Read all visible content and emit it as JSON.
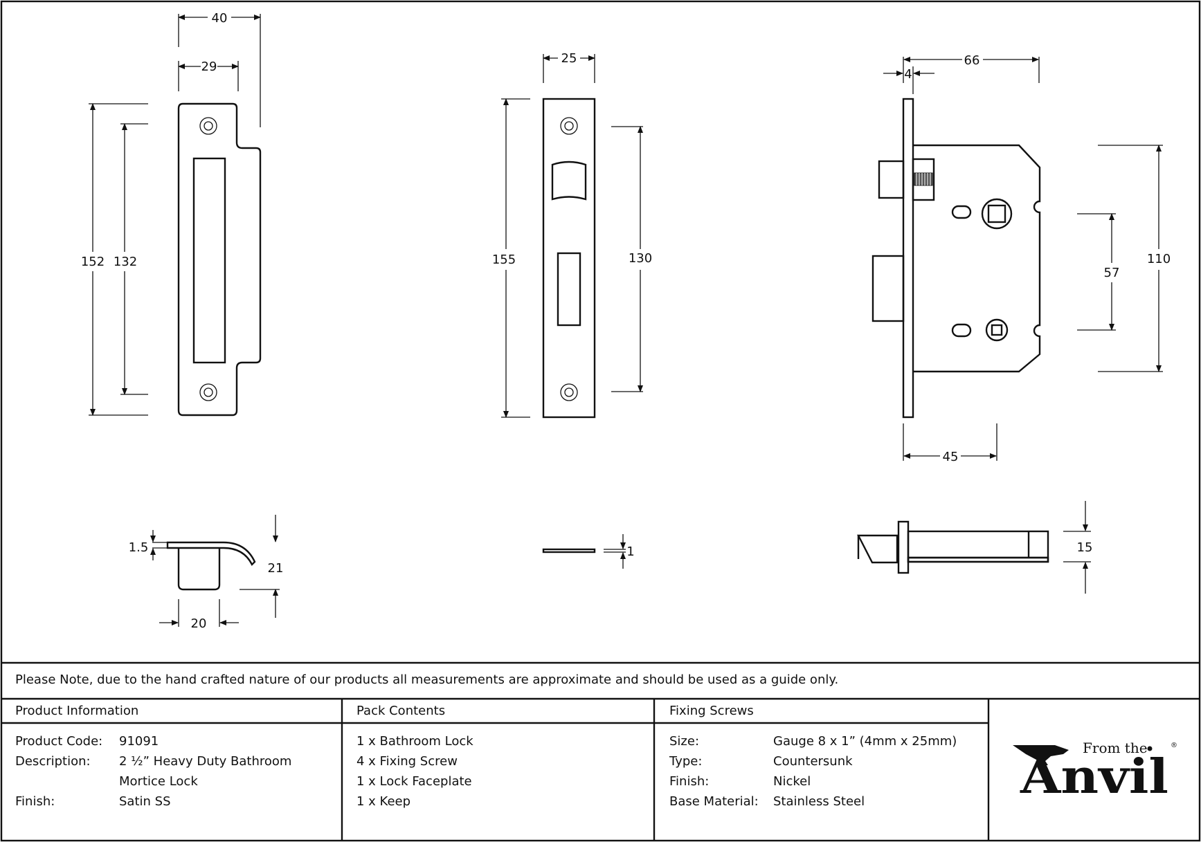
{
  "dimensions": {
    "keep_width_outer": "40",
    "keep_width_inner": "29",
    "keep_height_outer": "152",
    "keep_height_holes": "132",
    "keep_side_lip": "1.5",
    "keep_side_depth": "21",
    "keep_side_width": "20",
    "faceplate_width": "25",
    "faceplate_height": "155",
    "faceplate_holes": "130",
    "faceplate_thickness": "1",
    "body_forend": "4",
    "body_depth": "66",
    "body_backset": "45",
    "body_height": "110",
    "body_centres": "57",
    "body_thickness": "15"
  },
  "note": "Please Note, due to the hand crafted nature of our products all measurements are approximate and should be used as a guide only.",
  "product_info": {
    "heading": "Product Information",
    "rows": [
      {
        "label": "Product Code:",
        "value": "91091"
      },
      {
        "label": "Description:",
        "value": "2 ½” Heavy Duty Bathroom"
      },
      {
        "label": "",
        "value": "Mortice Lock"
      },
      {
        "label": "Finish:",
        "value": "Satin SS"
      }
    ]
  },
  "pack_contents": {
    "heading": "Pack Contents",
    "items": [
      "1 x Bathroom Lock",
      "4 x Fixing Screw",
      "1 x Lock Faceplate",
      "1 x Keep"
    ]
  },
  "fixing_screws": {
    "heading": "Fixing Screws",
    "rows": [
      {
        "label": "Size:",
        "value": "Gauge 8 x 1” (4mm x 25mm)"
      },
      {
        "label": "Type:",
        "value": "Countersunk"
      },
      {
        "label": "Finish:",
        "value": "Nickel"
      },
      {
        "label": "Base Material:",
        "value": "Stainless Steel"
      }
    ]
  },
  "logo": {
    "small_text": "From the",
    "big_text": "Anvil",
    "mark": "®"
  }
}
